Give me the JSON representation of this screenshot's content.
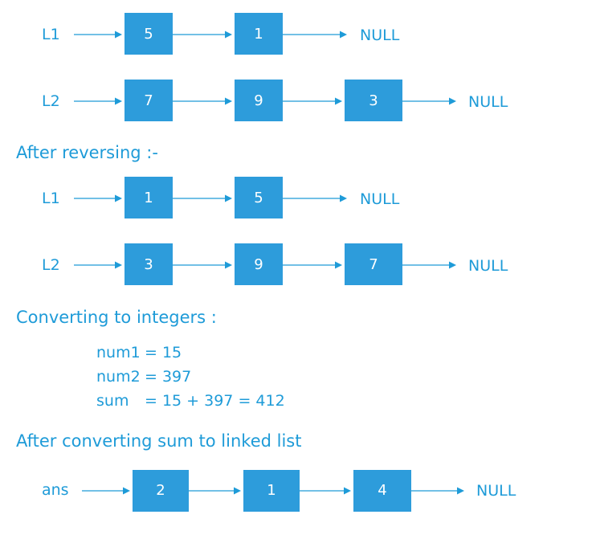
{
  "colors": {
    "accent": "#1e9bd8",
    "node_fill": "#2d9cdb",
    "node_text": "#ffffff"
  },
  "lists": {
    "l1_initial": {
      "name": "L1",
      "nodes": [
        "5",
        "1"
      ],
      "terminator": "NULL"
    },
    "l2_initial": {
      "name": "L2",
      "nodes": [
        "7",
        "9",
        "3"
      ],
      "terminator": "NULL"
    },
    "l1_reversed": {
      "name": "L1",
      "nodes": [
        "1",
        "5"
      ],
      "terminator": "NULL"
    },
    "l2_reversed": {
      "name": "L2",
      "nodes": [
        "3",
        "9",
        "7"
      ],
      "terminator": "NULL"
    },
    "ans": {
      "name": "ans",
      "nodes": [
        "2",
        "1",
        "4"
      ],
      "terminator": "NULL"
    }
  },
  "headings": {
    "after_reversing": "After reversing :-",
    "converting": "Converting to integers :",
    "after_converting": "After converting sum to linked list"
  },
  "calc": {
    "num1_label": "num1",
    "num1_value": "=  15",
    "num2_label": "num2",
    "num2_value": "=  397",
    "sum_label": "sum",
    "sum_value": "=  15 + 397 = 412"
  }
}
